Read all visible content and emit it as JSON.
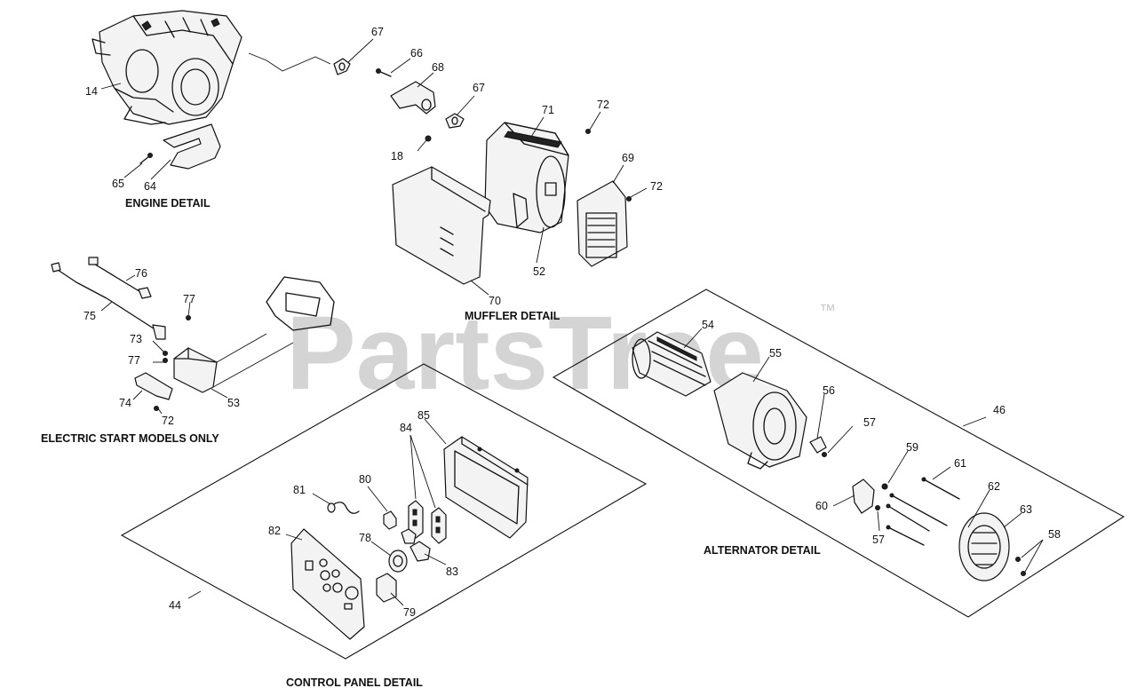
{
  "watermark": {
    "text": "PartsTree",
    "tm": "™"
  },
  "captions": {
    "engine": "ENGINE DETAIL",
    "muffler": "MUFFLER DETAIL",
    "electric_start": "ELECTRIC START MODELS ONLY",
    "alternator": "ALTERNATOR DETAIL",
    "control_panel": "CONTROL PANEL DETAIL"
  },
  "callouts": {
    "c14": "14",
    "c64": "64",
    "c65": "65",
    "c67a": "67",
    "c66": "66",
    "c68": "68",
    "c67b": "67",
    "c71": "71",
    "c72a": "72",
    "c18": "18",
    "c69": "69",
    "c72b": "72",
    "c52": "52",
    "c70": "70",
    "c76": "76",
    "c75": "75",
    "c77a": "77",
    "c73": "73",
    "c77b": "77",
    "c74": "74",
    "c72c": "72",
    "c53": "53",
    "c54": "54",
    "c55": "55",
    "c56": "56",
    "c57a": "57",
    "c46": "46",
    "c59": "59",
    "c61": "61",
    "c60": "60",
    "c62": "62",
    "c63": "63",
    "c57b": "57",
    "c58": "58",
    "c85": "85",
    "c84": "84",
    "c81": "81",
    "c80": "80",
    "c82": "82",
    "c78": "78",
    "c83": "83",
    "c44": "44",
    "c79": "79"
  }
}
